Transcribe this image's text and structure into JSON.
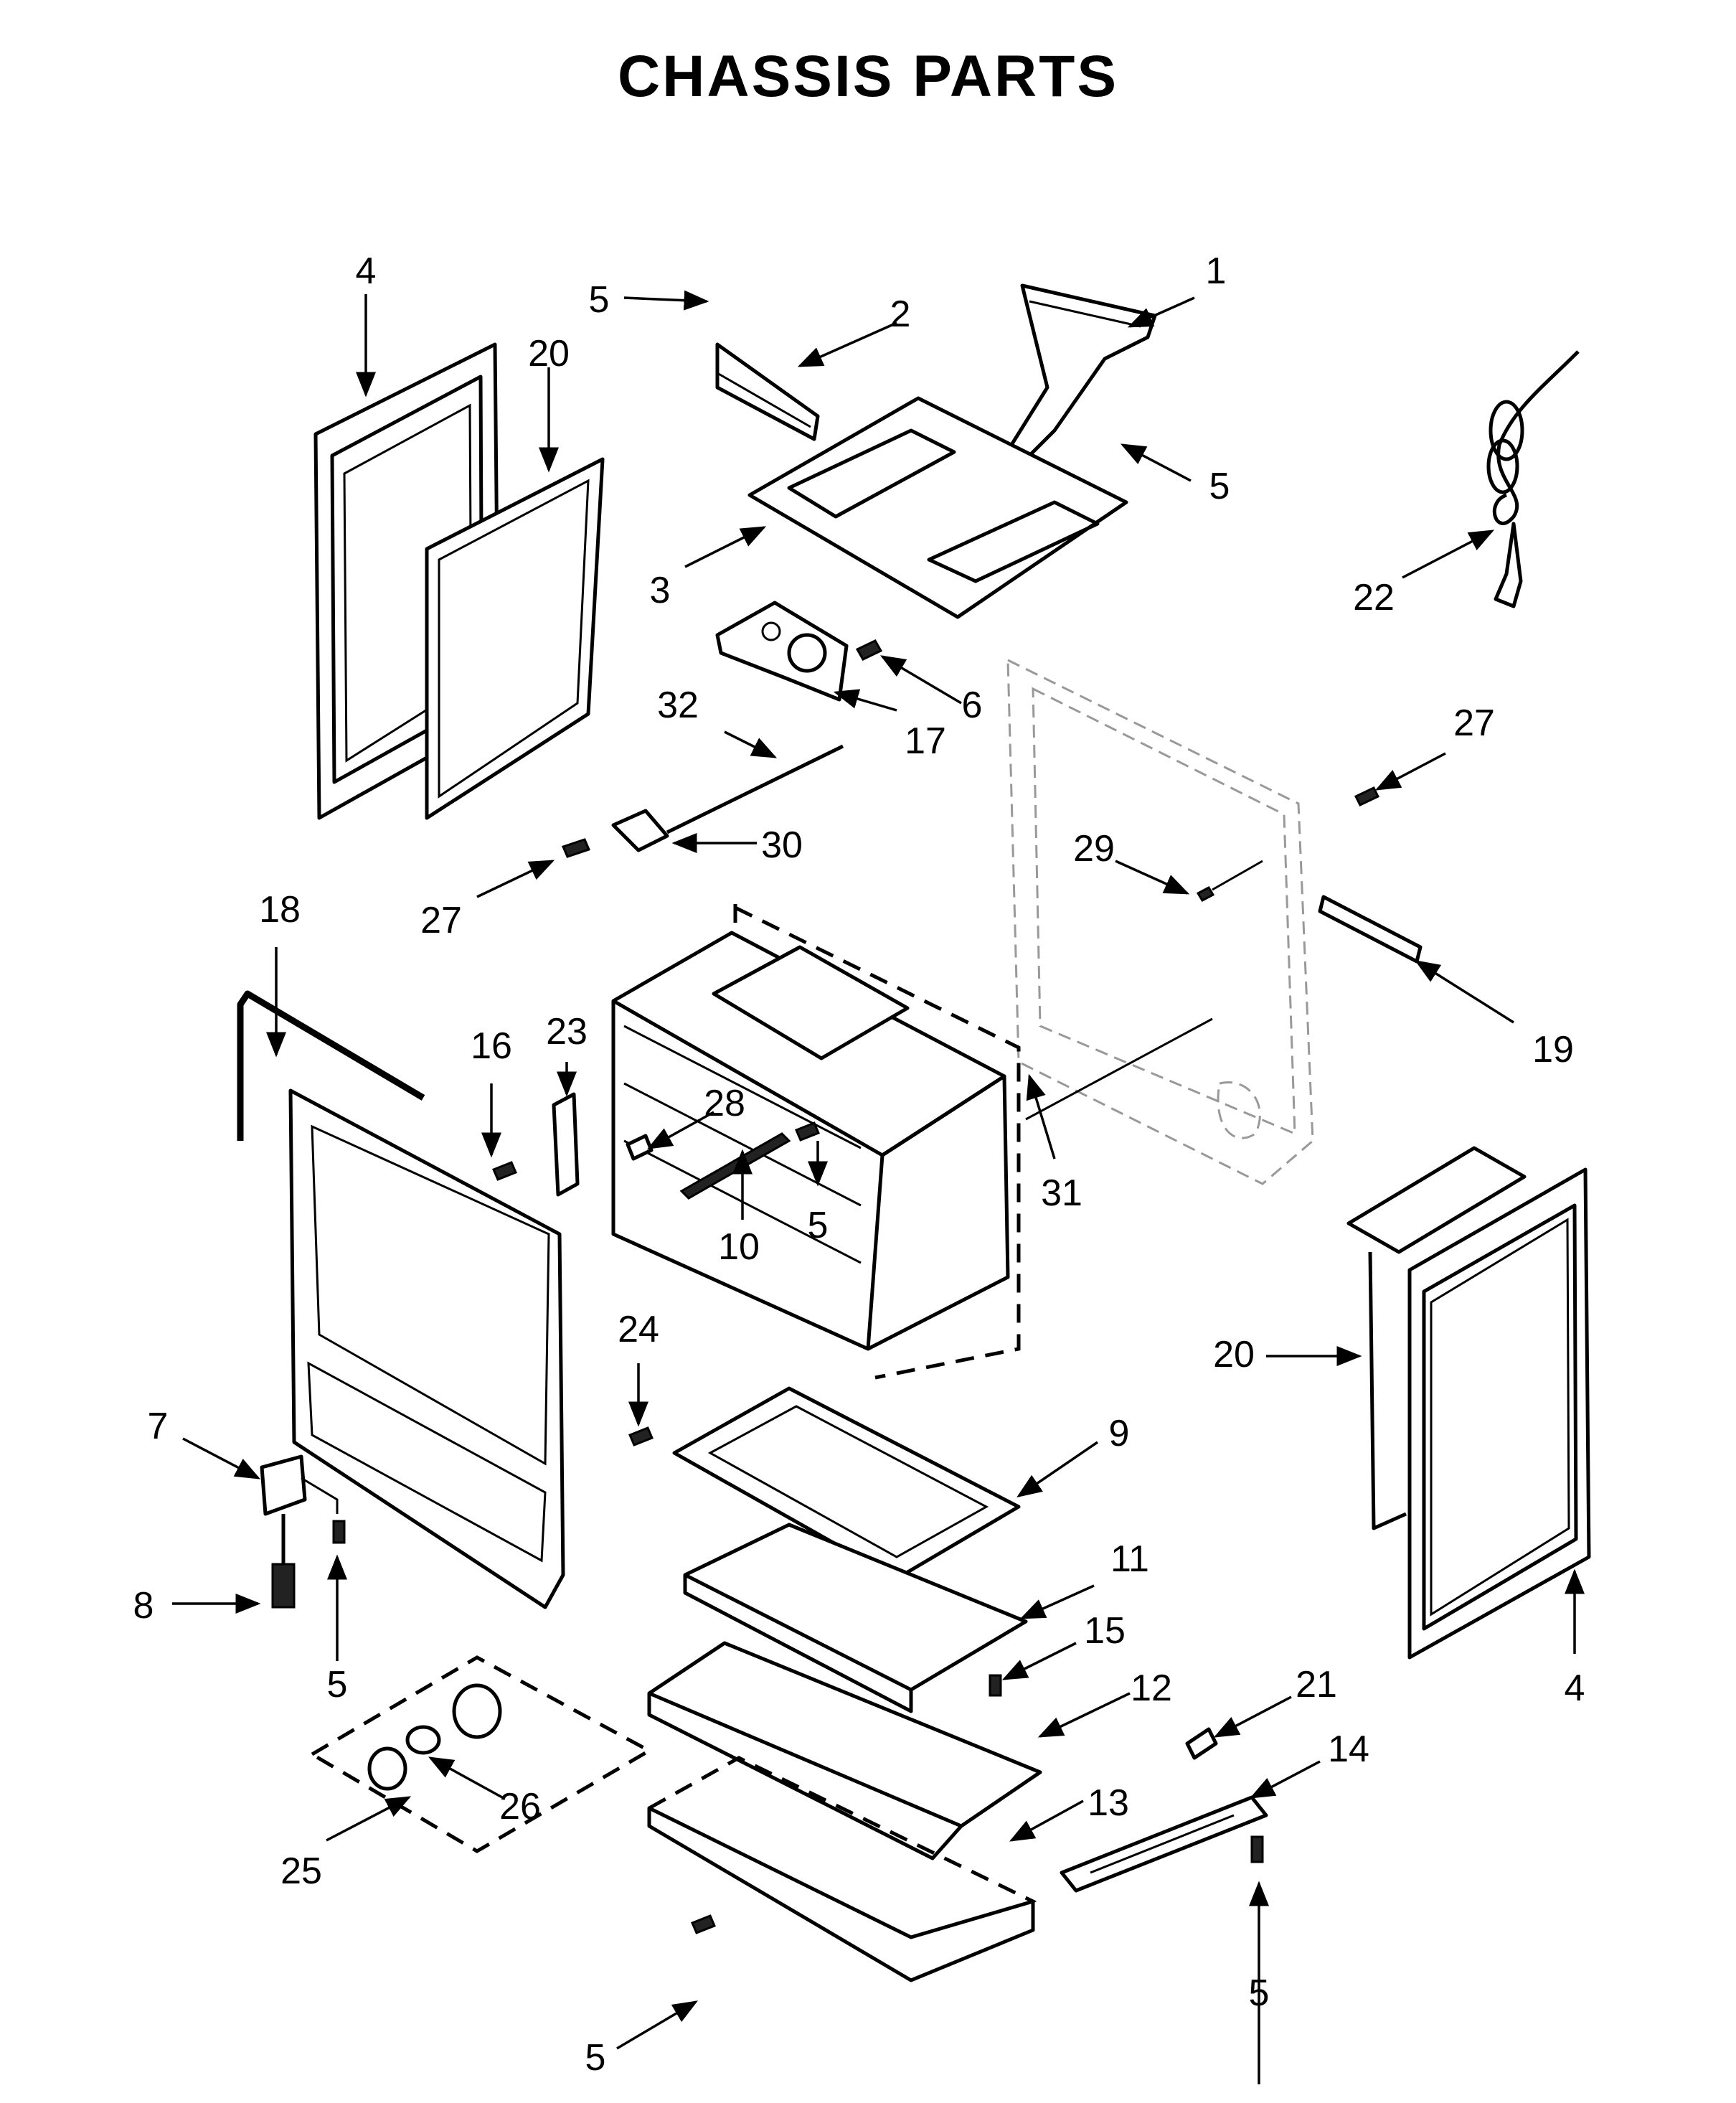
{
  "title": "CHASSIS PARTS",
  "callouts": [
    {
      "ref": "1",
      "label": "1"
    },
    {
      "ref": "2",
      "label": "2"
    },
    {
      "ref": "3",
      "label": "3"
    },
    {
      "ref": "4a",
      "label": "4"
    },
    {
      "ref": "4b",
      "label": "4"
    },
    {
      "ref": "5a",
      "label": "5"
    },
    {
      "ref": "5b",
      "label": "5"
    },
    {
      "ref": "5c",
      "label": "5"
    },
    {
      "ref": "5d",
      "label": "5"
    },
    {
      "ref": "5e",
      "label": "5"
    },
    {
      "ref": "5f",
      "label": "5"
    },
    {
      "ref": "6",
      "label": "6"
    },
    {
      "ref": "7",
      "label": "7"
    },
    {
      "ref": "8",
      "label": "8"
    },
    {
      "ref": "9",
      "label": "9"
    },
    {
      "ref": "10",
      "label": "10"
    },
    {
      "ref": "11",
      "label": "11"
    },
    {
      "ref": "12",
      "label": "12"
    },
    {
      "ref": "13",
      "label": "13"
    },
    {
      "ref": "14",
      "label": "14"
    },
    {
      "ref": "15",
      "label": "15"
    },
    {
      "ref": "16",
      "label": "16"
    },
    {
      "ref": "17",
      "label": "17"
    },
    {
      "ref": "18",
      "label": "18"
    },
    {
      "ref": "19",
      "label": "19"
    },
    {
      "ref": "20a",
      "label": "20"
    },
    {
      "ref": "20b",
      "label": "20"
    },
    {
      "ref": "21",
      "label": "21"
    },
    {
      "ref": "22",
      "label": "22"
    },
    {
      "ref": "23",
      "label": "23"
    },
    {
      "ref": "24",
      "label": "24"
    },
    {
      "ref": "25",
      "label": "25"
    },
    {
      "ref": "26",
      "label": "26"
    },
    {
      "ref": "27a",
      "label": "27"
    },
    {
      "ref": "27b",
      "label": "27"
    },
    {
      "ref": "28",
      "label": "28"
    },
    {
      "ref": "29",
      "label": "29"
    },
    {
      "ref": "30",
      "label": "30"
    },
    {
      "ref": "31",
      "label": "31"
    },
    {
      "ref": "32",
      "label": "32"
    }
  ]
}
